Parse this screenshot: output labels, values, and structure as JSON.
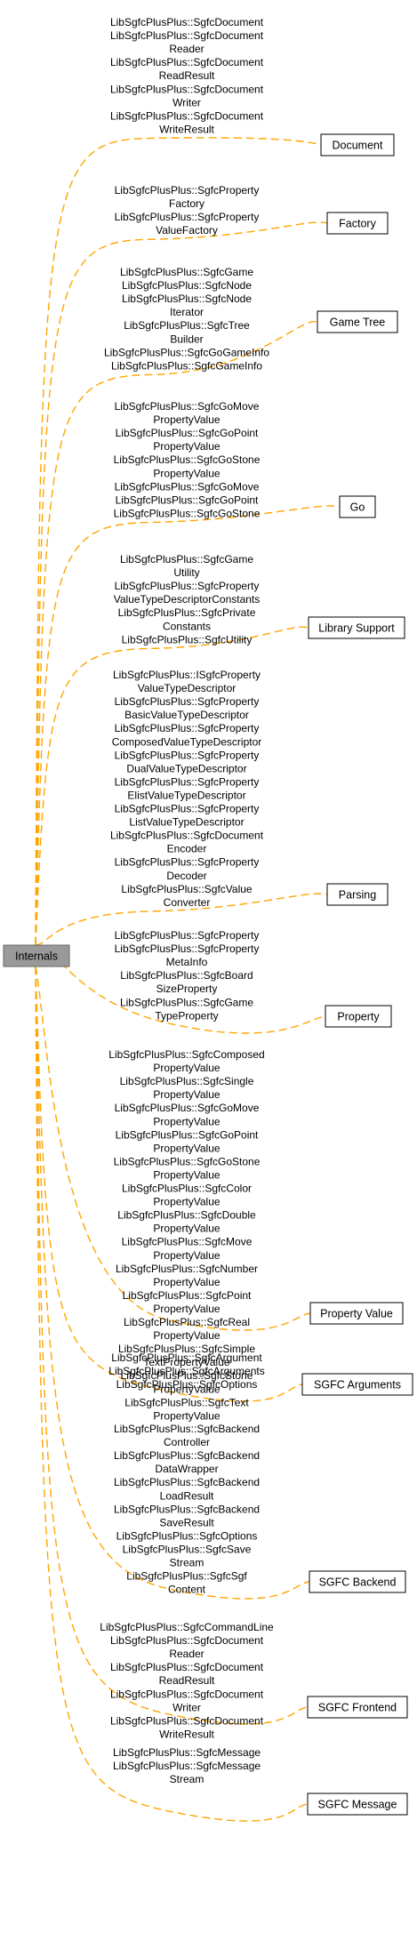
{
  "root": "Internals",
  "groups": [
    {
      "name": "Document",
      "label_lines": [
        "LibSgfcPlusPlus::SgfcDocument",
        "LibSgfcPlusPlus::SgfcDocument",
        "Reader",
        "LibSgfcPlusPlus::SgfcDocument",
        "ReadResult",
        "LibSgfcPlusPlus::SgfcDocument",
        "Writer",
        "LibSgfcPlusPlus::SgfcDocument",
        "WriteResult"
      ]
    },
    {
      "name": "Factory",
      "label_lines": [
        "LibSgfcPlusPlus::SgfcProperty",
        "Factory",
        "LibSgfcPlusPlus::SgfcProperty",
        "ValueFactory"
      ]
    },
    {
      "name": "Game Tree",
      "label_lines": [
        "LibSgfcPlusPlus::SgfcGame",
        "LibSgfcPlusPlus::SgfcNode",
        "LibSgfcPlusPlus::SgfcNode",
        "Iterator",
        "LibSgfcPlusPlus::SgfcTree",
        "Builder",
        "LibSgfcPlusPlus::SgfcGoGameInfo",
        "LibSgfcPlusPlus::SgfcGameInfo"
      ]
    },
    {
      "name": "Go",
      "label_lines": [
        "LibSgfcPlusPlus::SgfcGoMove",
        "PropertyValue",
        "LibSgfcPlusPlus::SgfcGoPoint",
        "PropertyValue",
        "LibSgfcPlusPlus::SgfcGoStone",
        "PropertyValue",
        "LibSgfcPlusPlus::SgfcGoMove",
        "LibSgfcPlusPlus::SgfcGoPoint",
        "LibSgfcPlusPlus::SgfcGoStone"
      ]
    },
    {
      "name": "Library Support",
      "label_lines": [
        "LibSgfcPlusPlus::SgfcGame",
        "Utility",
        "LibSgfcPlusPlus::SgfcProperty",
        "ValueTypeDescriptorConstants",
        "LibSgfcPlusPlus::SgfcPrivate",
        "Constants",
        "LibSgfcPlusPlus::SgfcUtility"
      ]
    },
    {
      "name": "Parsing",
      "label_lines": [
        "LibSgfcPlusPlus::ISgfcProperty",
        "ValueTypeDescriptor",
        "LibSgfcPlusPlus::SgfcProperty",
        "BasicValueTypeDescriptor",
        "LibSgfcPlusPlus::SgfcProperty",
        "ComposedValueTypeDescriptor",
        "LibSgfcPlusPlus::SgfcProperty",
        "DualValueTypeDescriptor",
        "LibSgfcPlusPlus::SgfcProperty",
        "ElistValueTypeDescriptor",
        "LibSgfcPlusPlus::SgfcProperty",
        "ListValueTypeDescriptor",
        "LibSgfcPlusPlus::SgfcDocument",
        "Encoder",
        "LibSgfcPlusPlus::SgfcProperty",
        "Decoder",
        "LibSgfcPlusPlus::SgfcValue",
        "Converter"
      ]
    },
    {
      "name": "Property",
      "label_lines": [
        "LibSgfcPlusPlus::SgfcProperty",
        "LibSgfcPlusPlus::SgfcProperty",
        "MetaInfo",
        "LibSgfcPlusPlus::SgfcBoard",
        "SizeProperty",
        "LibSgfcPlusPlus::SgfcGame",
        "TypeProperty"
      ]
    },
    {
      "name": "Property Value",
      "label_lines": [
        "LibSgfcPlusPlus::SgfcComposed",
        "PropertyValue",
        "LibSgfcPlusPlus::SgfcSingle",
        "PropertyValue",
        "LibSgfcPlusPlus::SgfcGoMove",
        "PropertyValue",
        "LibSgfcPlusPlus::SgfcGoPoint",
        "PropertyValue",
        "LibSgfcPlusPlus::SgfcGoStone",
        "PropertyValue",
        "LibSgfcPlusPlus::SgfcColor",
        "PropertyValue",
        "LibSgfcPlusPlus::SgfcDouble",
        "PropertyValue",
        "LibSgfcPlusPlus::SgfcMove",
        "PropertyValue",
        "LibSgfcPlusPlus::SgfcNumber",
        "PropertyValue",
        "LibSgfcPlusPlus::SgfcPoint",
        "PropertyValue",
        "LibSgfcPlusPlus::SgfcReal",
        "PropertyValue",
        "LibSgfcPlusPlus::SgfcSimple",
        "TextPropertyValue",
        "LibSgfcPlusPlus::SgfcStone",
        "PropertyValue",
        "LibSgfcPlusPlus::SgfcText",
        "PropertyValue"
      ]
    },
    {
      "name": "SGFC Arguments",
      "label_lines": [
        "LibSgfcPlusPlus::SgfcArgument",
        "LibSgfcPlusPlus::SgfcArguments",
        "LibSgfcPlusPlus::SgfcOptions"
      ]
    },
    {
      "name": "SGFC Backend",
      "label_lines": [
        "LibSgfcPlusPlus::SgfcBackend",
        "Controller",
        "LibSgfcPlusPlus::SgfcBackend",
        "DataWrapper",
        "LibSgfcPlusPlus::SgfcBackend",
        "LoadResult",
        "LibSgfcPlusPlus::SgfcBackend",
        "SaveResult",
        "LibSgfcPlusPlus::SgfcOptions",
        "LibSgfcPlusPlus::SgfcSave",
        "Stream",
        "LibSgfcPlusPlus::SgfcSgf",
        "Content"
      ]
    },
    {
      "name": "SGFC Frontend",
      "label_lines": [
        "LibSgfcPlusPlus::SgfcCommandLine",
        "LibSgfcPlusPlus::SgfcDocument",
        "Reader",
        "LibSgfcPlusPlus::SgfcDocument",
        "ReadResult",
        "LibSgfcPlusPlus::SgfcDocument",
        "Writer",
        "LibSgfcPlusPlus::SgfcDocument",
        "WriteResult"
      ]
    },
    {
      "name": "SGFC Message",
      "label_lines": [
        "LibSgfcPlusPlus::SgfcMessage",
        "LibSgfcPlusPlus::SgfcMessage",
        "Stream"
      ]
    }
  ]
}
